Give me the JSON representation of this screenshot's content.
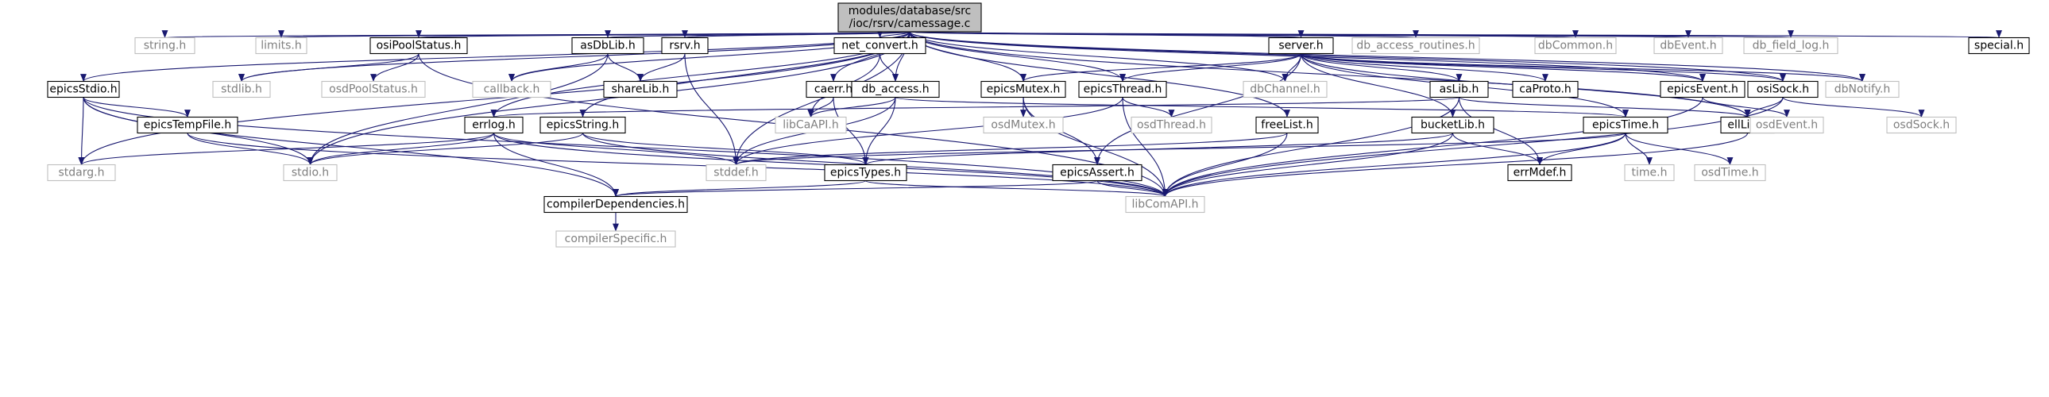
{
  "graph": {
    "root": "root",
    "colors": {
      "edge": "#191970",
      "root_fill": "#bfbfbf",
      "node_stroke": "#000000",
      "external_stroke": "#bfbfbf",
      "external_text": "#7f7f7f",
      "node_text": "#000000"
    },
    "nodes": [
      {
        "id": "root",
        "label": "modules/database/src\n/ioc/rsrv/camessage.c",
        "kind": "root"
      },
      {
        "id": "epicsStdio",
        "label": "epicsStdio.h",
        "kind": "normal"
      },
      {
        "id": "string",
        "label": "string.h",
        "kind": "external"
      },
      {
        "id": "limits",
        "label": "limits.h",
        "kind": "external"
      },
      {
        "id": "osiPoolStatus",
        "label": "osiPoolStatus.h",
        "kind": "normal"
      },
      {
        "id": "asDbLib",
        "label": "asDbLib.h",
        "kind": "normal"
      },
      {
        "id": "rsrv",
        "label": "rsrv.h",
        "kind": "normal"
      },
      {
        "id": "net_convert",
        "label": "net_convert.h",
        "kind": "normal"
      },
      {
        "id": "server",
        "label": "server.h",
        "kind": "normal"
      },
      {
        "id": "db_access_routines",
        "label": "db_access_routines.h",
        "kind": "external"
      },
      {
        "id": "dbCommon",
        "label": "dbCommon.h",
        "kind": "external"
      },
      {
        "id": "dbEvent",
        "label": "dbEvent.h",
        "kind": "external"
      },
      {
        "id": "db_field_log",
        "label": "db_field_log.h",
        "kind": "external"
      },
      {
        "id": "special",
        "label": "special.h",
        "kind": "normal"
      },
      {
        "id": "stdlib",
        "label": "stdlib.h",
        "kind": "external"
      },
      {
        "id": "osdPoolStatus",
        "label": "osdPoolStatus.h",
        "kind": "external"
      },
      {
        "id": "callback",
        "label": "callback.h",
        "kind": "external"
      },
      {
        "id": "shareLib",
        "label": "shareLib.h",
        "kind": "normal"
      },
      {
        "id": "caerr",
        "label": "caerr.h",
        "kind": "normal"
      },
      {
        "id": "db_access",
        "label": "db_access.h",
        "kind": "normal"
      },
      {
        "id": "epicsMutex",
        "label": "epicsMutex.h",
        "kind": "normal"
      },
      {
        "id": "epicsThread",
        "label": "epicsThread.h",
        "kind": "normal"
      },
      {
        "id": "dbChannel",
        "label": "dbChannel.h",
        "kind": "external"
      },
      {
        "id": "asLib",
        "label": "asLib.h",
        "kind": "normal"
      },
      {
        "id": "caProto",
        "label": "caProto.h",
        "kind": "normal"
      },
      {
        "id": "epicsEvent",
        "label": "epicsEvent.h",
        "kind": "normal"
      },
      {
        "id": "osiSock",
        "label": "osiSock.h",
        "kind": "normal"
      },
      {
        "id": "dbNotify",
        "label": "dbNotify.h",
        "kind": "external"
      },
      {
        "id": "epicsTempFile",
        "label": "epicsTempFile.h",
        "kind": "normal"
      },
      {
        "id": "errlog",
        "label": "errlog.h",
        "kind": "normal"
      },
      {
        "id": "epicsString",
        "label": "epicsString.h",
        "kind": "normal"
      },
      {
        "id": "libCaAPI",
        "label": "libCaAPI.h",
        "kind": "external"
      },
      {
        "id": "osdMutex",
        "label": "osdMutex.h",
        "kind": "external"
      },
      {
        "id": "osdThread",
        "label": "osdThread.h",
        "kind": "external"
      },
      {
        "id": "freeList",
        "label": "freeList.h",
        "kind": "normal"
      },
      {
        "id": "bucketLib",
        "label": "bucketLib.h",
        "kind": "normal"
      },
      {
        "id": "epicsTime",
        "label": "epicsTime.h",
        "kind": "normal"
      },
      {
        "id": "ellLib",
        "label": "ellLib.h",
        "kind": "normal"
      },
      {
        "id": "osdEvent",
        "label": "osdEvent.h",
        "kind": "external"
      },
      {
        "id": "osdSock",
        "label": "osdSock.h",
        "kind": "external"
      },
      {
        "id": "stdarg",
        "label": "stdarg.h",
        "kind": "external"
      },
      {
        "id": "stdio",
        "label": "stdio.h",
        "kind": "external"
      },
      {
        "id": "stddef",
        "label": "stddef.h",
        "kind": "external"
      },
      {
        "id": "epicsTypes",
        "label": "epicsTypes.h",
        "kind": "normal"
      },
      {
        "id": "epicsAssert",
        "label": "epicsAssert.h",
        "kind": "normal"
      },
      {
        "id": "errMdef",
        "label": "errMdef.h",
        "kind": "normal"
      },
      {
        "id": "time",
        "label": "time.h",
        "kind": "external"
      },
      {
        "id": "osdTime",
        "label": "osdTime.h",
        "kind": "external"
      },
      {
        "id": "compilerDependencies",
        "label": "compilerDependencies.h",
        "kind": "normal"
      },
      {
        "id": "libComAPI",
        "label": "libComAPI.h",
        "kind": "external"
      },
      {
        "id": "compilerSpecific",
        "label": "compilerSpecific.h",
        "kind": "external"
      }
    ],
    "edges": [
      [
        "root",
        "epicsStdio"
      ],
      [
        "root",
        "string"
      ],
      [
        "root",
        "limits"
      ],
      [
        "root",
        "stdlib"
      ],
      [
        "root",
        "osiPoolStatus"
      ],
      [
        "root",
        "asDbLib"
      ],
      [
        "root",
        "rsrv"
      ],
      [
        "root",
        "net_convert"
      ],
      [
        "root",
        "server"
      ],
      [
        "root",
        "db_access_routines"
      ],
      [
        "root",
        "dbCommon"
      ],
      [
        "root",
        "dbEvent"
      ],
      [
        "root",
        "db_field_log"
      ],
      [
        "root",
        "special"
      ],
      [
        "root",
        "callback"
      ],
      [
        "root",
        "caerr"
      ],
      [
        "root",
        "db_access"
      ],
      [
        "root",
        "epicsMutex"
      ],
      [
        "root",
        "epicsThread"
      ],
      [
        "root",
        "dbChannel"
      ],
      [
        "root",
        "epicsEvent"
      ],
      [
        "root",
        "osiSock"
      ],
      [
        "root",
        "dbNotify"
      ],
      [
        "root",
        "errlog"
      ],
      [
        "root",
        "epicsString"
      ],
      [
        "root",
        "freeList"
      ],
      [
        "root",
        "ellLib"
      ],
      [
        "root",
        "stdarg"
      ],
      [
        "root",
        "stdio"
      ],
      [
        "root",
        "stddef"
      ],
      [
        "epicsStdio",
        "epicsTempFile"
      ],
      [
        "epicsStdio",
        "stdio"
      ],
      [
        "epicsStdio",
        "stdarg"
      ],
      [
        "epicsStdio",
        "compilerDependencies"
      ],
      [
        "epicsStdio",
        "libComAPI"
      ],
      [
        "epicsTempFile",
        "stdio"
      ],
      [
        "epicsTempFile",
        "libComAPI"
      ],
      [
        "osiPoolStatus",
        "stdlib"
      ],
      [
        "osiPoolStatus",
        "osdPoolStatus"
      ],
      [
        "osiPoolStatus",
        "libComAPI"
      ],
      [
        "asDbLib",
        "callback"
      ],
      [
        "asDbLib",
        "shareLib"
      ],
      [
        "asDbLib",
        "stdio"
      ],
      [
        "rsrv",
        "shareLib"
      ],
      [
        "rsrv",
        "stddef"
      ],
      [
        "net_convert",
        "db_access"
      ],
      [
        "net_convert",
        "libCaAPI"
      ],
      [
        "caerr",
        "libCaAPI"
      ],
      [
        "caerr",
        "epicsTypes"
      ],
      [
        "db_access",
        "libCaAPI"
      ],
      [
        "db_access",
        "stddef"
      ],
      [
        "db_access",
        "epicsTypes"
      ],
      [
        "db_access",
        "epicsTime"
      ],
      [
        "server",
        "dbChannel"
      ],
      [
        "server",
        "epicsMutex"
      ],
      [
        "server",
        "epicsThread"
      ],
      [
        "server",
        "asLib"
      ],
      [
        "server",
        "caProto"
      ],
      [
        "server",
        "epicsEvent"
      ],
      [
        "server",
        "osiSock"
      ],
      [
        "server",
        "dbNotify"
      ],
      [
        "server",
        "bucketLib"
      ],
      [
        "server",
        "epicsTime"
      ],
      [
        "server",
        "ellLib"
      ],
      [
        "server",
        "epicsAssert"
      ],
      [
        "epicsMutex",
        "osdMutex"
      ],
      [
        "epicsMutex",
        "epicsAssert"
      ],
      [
        "epicsMutex",
        "libComAPI"
      ],
      [
        "epicsThread",
        "osdThread"
      ],
      [
        "epicsThread",
        "stddef"
      ],
      [
        "epicsThread",
        "libComAPI"
      ],
      [
        "asLib",
        "ellLib"
      ],
      [
        "asLib",
        "errMdef"
      ],
      [
        "asLib",
        "errlog"
      ],
      [
        "asLib",
        "libComAPI"
      ],
      [
        "epicsEvent",
        "osdEvent"
      ],
      [
        "epicsEvent",
        "libComAPI"
      ],
      [
        "osiSock",
        "osdSock"
      ],
      [
        "osiSock",
        "ellLib"
      ],
      [
        "osiSock",
        "libComAPI"
      ],
      [
        "errlog",
        "stdarg"
      ],
      [
        "errlog",
        "stdio"
      ],
      [
        "errlog",
        "stddef"
      ],
      [
        "errlog",
        "compilerDependencies"
      ],
      [
        "errlog",
        "libComAPI"
      ],
      [
        "epicsString",
        "stdio"
      ],
      [
        "epicsString",
        "epicsTypes"
      ],
      [
        "epicsString",
        "libComAPI"
      ],
      [
        "freeList",
        "stddef"
      ],
      [
        "freeList",
        "libComAPI"
      ],
      [
        "bucketLib",
        "epicsTypes"
      ],
      [
        "bucketLib",
        "errMdef"
      ],
      [
        "bucketLib",
        "libComAPI"
      ],
      [
        "epicsTime",
        "stddef"
      ],
      [
        "epicsTime",
        "time"
      ],
      [
        "epicsTime",
        "osdTime"
      ],
      [
        "epicsTime",
        "errMdef"
      ],
      [
        "epicsTime",
        "libComAPI"
      ],
      [
        "ellLib",
        "libComAPI"
      ],
      [
        "epicsTypes",
        "compilerDependencies"
      ],
      [
        "epicsTypes",
        "libComAPI"
      ],
      [
        "epicsAssert",
        "compilerDependencies"
      ],
      [
        "epicsAssert",
        "libComAPI"
      ],
      [
        "compilerDependencies",
        "compilerSpecific"
      ]
    ]
  }
}
